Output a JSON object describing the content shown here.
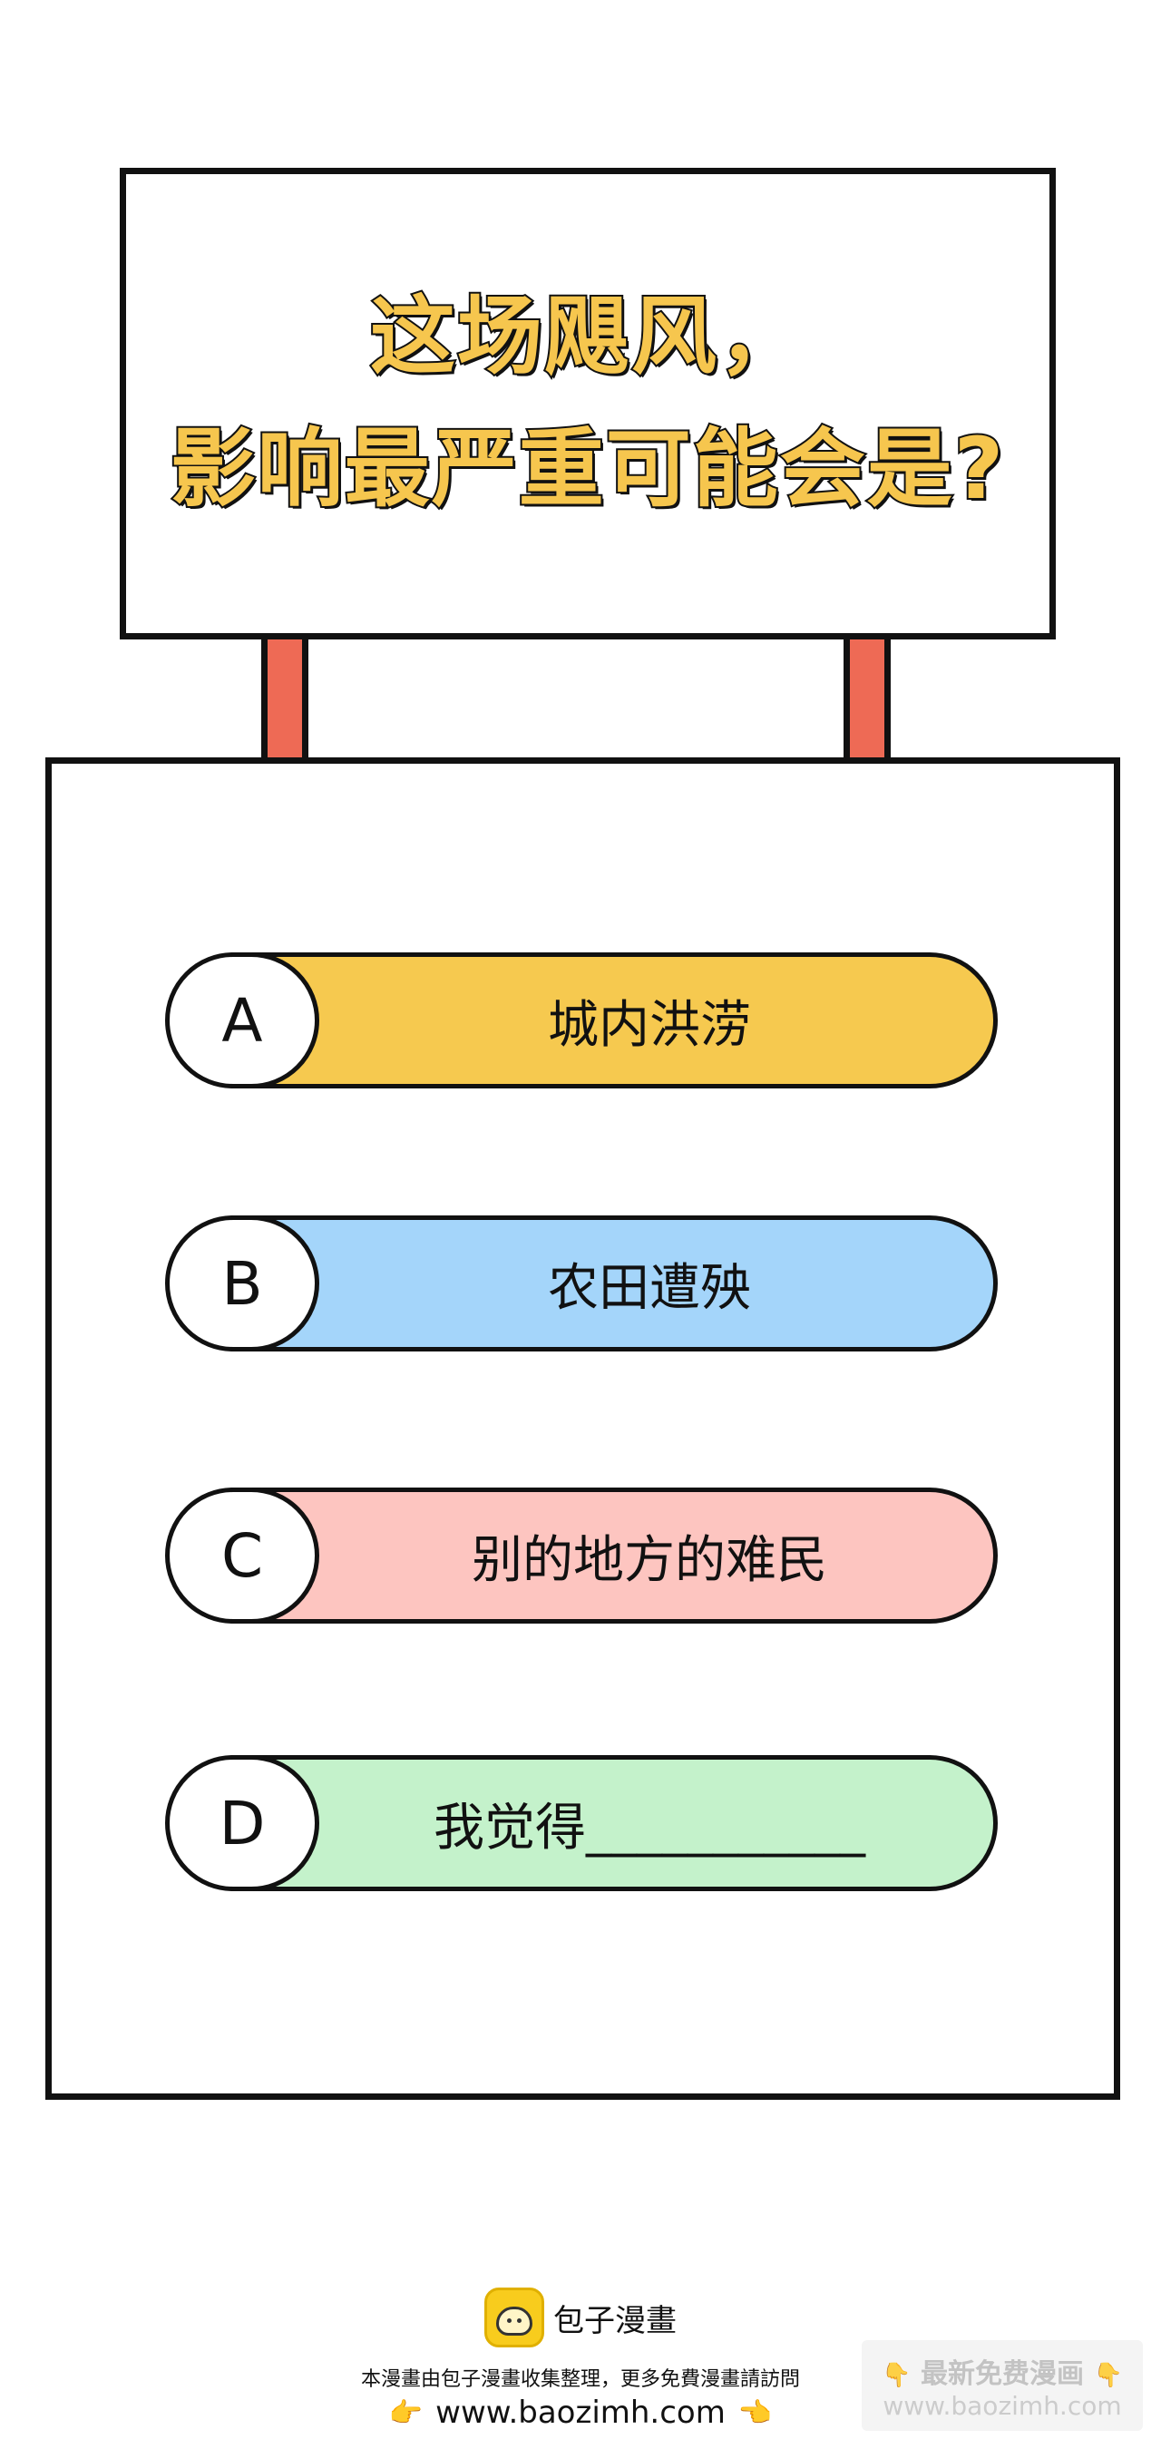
{
  "question": {
    "line1": "这场飓风，",
    "line2": "影响最严重可能会是?"
  },
  "options": [
    {
      "letter": "A",
      "text": "城内洪涝",
      "color": "#f6c94f"
    },
    {
      "letter": "B",
      "text": "农田遭殃",
      "color": "#a4d5fa"
    },
    {
      "letter": "C",
      "text": "别的地方的难民",
      "color": "#fdc5c0"
    },
    {
      "letter": "D",
      "text": "我觉得___________",
      "color": "#c4f2cb"
    }
  ],
  "footer": {
    "brand_name": "包子漫畫",
    "note": "本漫畫由包子漫畫收集整理，更多免費漫畫請訪問",
    "url": "www.baozimh.com",
    "hand_left": "👉",
    "hand_right": "👈"
  },
  "watermark": {
    "line1": "最新免费漫画",
    "line2": "www.baozimh.com",
    "hand": "👇"
  },
  "colors": {
    "title_fill": "#f6c64e",
    "post": "#ee6a55",
    "outline": "#111111"
  }
}
